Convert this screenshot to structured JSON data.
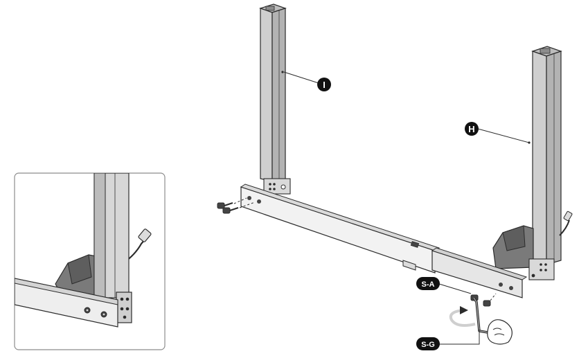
{
  "diagram": {
    "part_labels": {
      "leg_left": "I",
      "leg_right": "H",
      "screw": "S-A",
      "hex_key": "S-G"
    },
    "colors": {
      "line": "#2b2b2b",
      "leg_fill": "#d7d7d7",
      "leg_shade": "#b3b3b3",
      "bar_fill": "#eeeeee",
      "motor_fill": "#7a7a7a",
      "inset_border": "#8c8c8c",
      "label_badge": "#111111"
    },
    "icons": [
      "rotation-arrow-icon",
      "hand-icon",
      "hex-key-icon",
      "screw-icon"
    ]
  }
}
